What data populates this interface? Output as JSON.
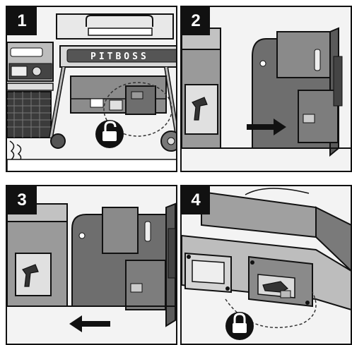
{
  "steps": [
    {
      "number": "1",
      "caption": ""
    },
    {
      "number": "2",
      "caption": ""
    },
    {
      "number": "3",
      "caption": ""
    },
    {
      "number": "4",
      "caption": ""
    }
  ],
  "brand_text": "PITBOSS",
  "icons": {
    "step1": "unlocked-padlock-icon",
    "step2": "arrow-right-icon",
    "step3": "arrow-left-icon",
    "step4": "locked-padlock-icon"
  },
  "colors": {
    "line": "#111111",
    "metal_dark": "#6e6e6e",
    "metal_mid": "#9a9a9a",
    "metal_light": "#c9c9c9",
    "background": "#f3f3f3"
  }
}
